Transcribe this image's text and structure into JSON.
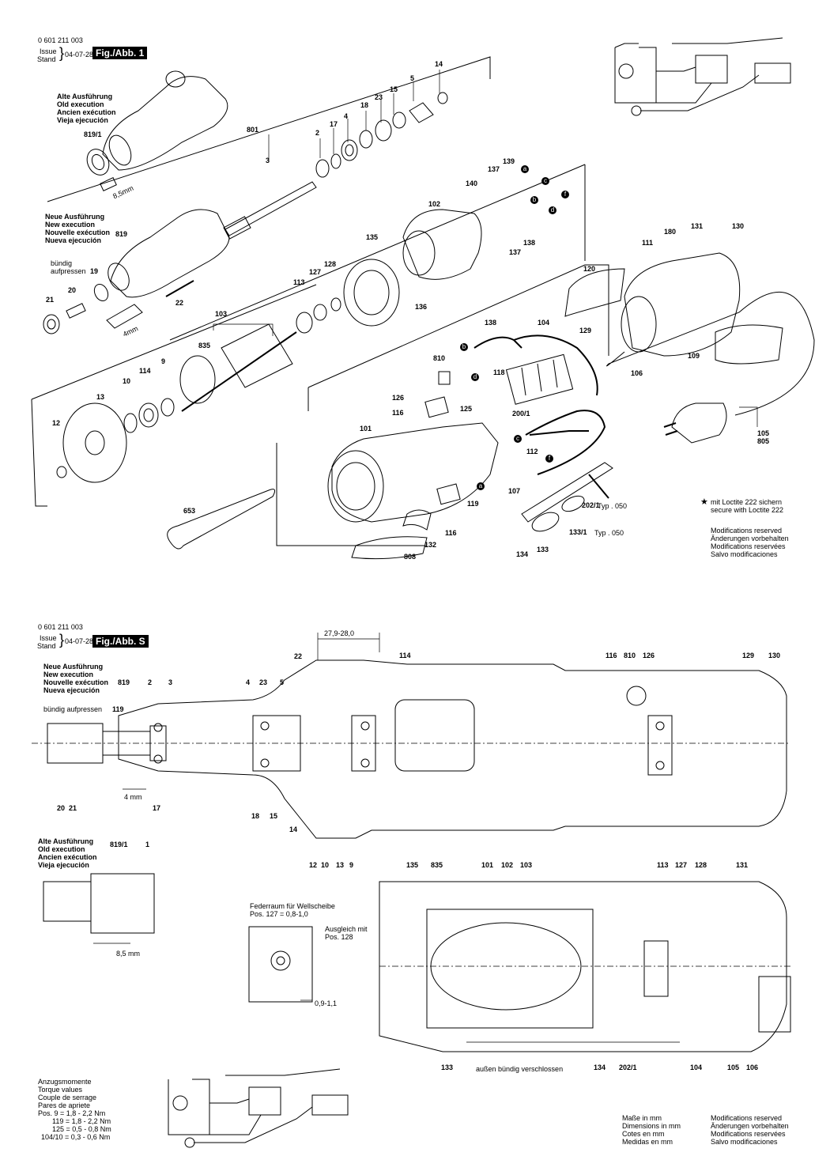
{
  "top": {
    "doc_number": "0 601 211 003",
    "issue_word": "Issue",
    "stand_word": "Stand",
    "date": "04-07-28",
    "figure_badge": "Fig./Abb. 1",
    "old_execution": [
      "Alte Ausführung",
      "Old execution",
      "Ancien exécution",
      "Vieja ejecución"
    ],
    "new_execution": [
      "Neue Ausführung",
      "New execution",
      "Nouvelle exécution",
      "Nueva ejecución"
    ],
    "flush_press_lines": [
      "bündig",
      "aufpressen"
    ],
    "dim_8_5mm": "8,5mm",
    "dim_4mm": "4mm",
    "loctite_lines": [
      "mit Loctite 222 sichern",
      "secure with Loctite 222"
    ],
    "modifications": [
      "Modifications reserved",
      "Änderungen vorbehalten",
      "Modifications reservées",
      "Salvo modificaciones"
    ],
    "typ_202_1": "Typ . 050",
    "typ_133_1": "Typ . 050",
    "part_labels": [
      "14",
      "5",
      "15",
      "23",
      "18",
      "4",
      "17",
      "2",
      "801",
      "3",
      "819/1",
      "819",
      "19",
      "20",
      "21",
      "22",
      "140",
      "137",
      "139",
      "102",
      "138",
      "137",
      "135",
      "128",
      "127",
      "113",
      "136",
      "103",
      "835",
      "9",
      "114",
      "10",
      "13",
      "12",
      "653",
      "180",
      "131",
      "130",
      "111",
      "120",
      "109",
      "106",
      "138",
      "104",
      "129",
      "810",
      "118",
      "126",
      "116",
      "125",
      "200/1",
      "101",
      "112",
      "105",
      "805",
      "107",
      "119",
      "116",
      "132",
      "808",
      "202/1",
      "133/1",
      "134",
      "133"
    ],
    "wire_markers": [
      "a",
      "c",
      "b",
      "f",
      "d",
      "b",
      "d",
      "c",
      "f",
      "a"
    ]
  },
  "bottom": {
    "doc_number": "0 601 211 003",
    "issue_word": "Issue",
    "stand_word": "Stand",
    "date": "04-07-28",
    "figure_badge": "Fig./Abb. S",
    "new_execution": [
      "Neue Ausführung",
      "New execution",
      "Nouvelle exécution",
      "Nueva ejecución"
    ],
    "flush_press": "bündig aufpressen",
    "old_execution": [
      "Alte Ausführung",
      "Old execution",
      "Ancien exécution",
      "Vieja ejecución"
    ],
    "dim_27": "27,9-28,0",
    "dim_4mm": "4 mm",
    "dim_8_5mm": "8,5 mm",
    "spring_space_lines": [
      "Federraum für Wellscheibe",
      "Pos. 127 = 0,8-1,0"
    ],
    "compensate_lines": [
      "Ausgleich mit",
      "Pos. 128"
    ],
    "dim_09": "0,9-1,1",
    "flush_closed": "außen bündig verschlossen",
    "torque_title": [
      "Anzugsmomente",
      "Torque values",
      "Couple de serrage",
      "Pares de apriete"
    ],
    "torque_rows": [
      "Pos.    9 = 1,8 - 2,2 Nm",
      "119 = 1,8 - 2,2 Nm",
      "125 = 0,5 - 0,8 Nm",
      "104/10 = 0,3 - 0,6 Nm"
    ],
    "dimensions_in": [
      "Maße in mm",
      "Dimensions in mm",
      "Cotes en mm",
      "Medidas en mm"
    ],
    "modifications": [
      "Modifications reserved",
      "Änderungen vorbehalten",
      "Modifications reservées",
      "Salvo modificaciones"
    ],
    "part_labels": [
      "114",
      "116",
      "810",
      "126",
      "129",
      "130",
      "22",
      "819",
      "2",
      "3",
      "119",
      "4",
      "23",
      "5",
      "20",
      "21",
      "17",
      "18",
      "15",
      "14",
      "12",
      "10",
      "13",
      "9",
      "819/1",
      "1",
      "135",
      "835",
      "101",
      "102",
      "103",
      "113",
      "127",
      "128",
      "131",
      "133",
      "134",
      "202/1",
      "104",
      "105",
      "106"
    ]
  }
}
